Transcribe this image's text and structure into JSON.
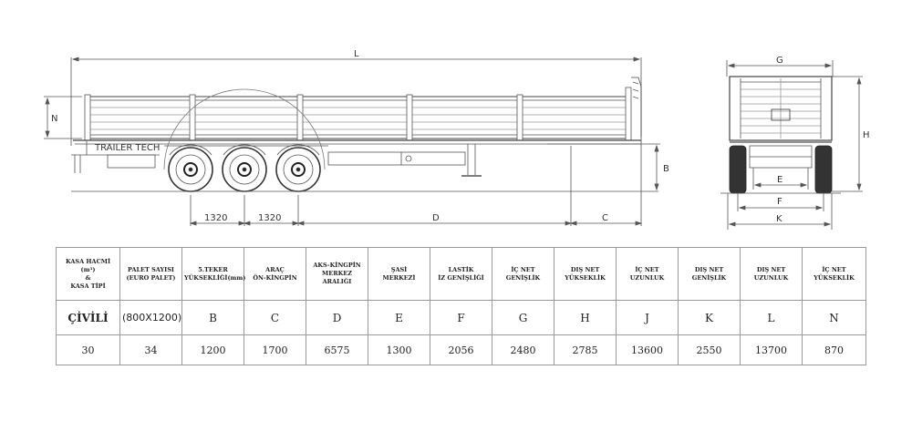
{
  "diagram": {
    "dimension_labels": {
      "L": "L",
      "N": "N",
      "B": "B",
      "D": "D",
      "C": "C",
      "G": "G",
      "H": "H",
      "E": "E",
      "F": "F",
      "K": "K",
      "axle_spacing_1": "1320",
      "axle_spacing_2": "1320"
    },
    "plate_text": "TRAILER TECH"
  },
  "table": {
    "headers": [
      [
        "KASA HACMİ (m³)",
        "&",
        "KASA TİPİ"
      ],
      [
        "PALET SAYISI",
        "(EURO PALET)"
      ],
      [
        "5.TEKER",
        "YÜKSEKLİĞİ(mm)"
      ],
      [
        "ARAÇ",
        "ÖN-KİNGPİN"
      ],
      [
        "AKS-KİNGPİN",
        "MERKEZ ARALIĞI"
      ],
      [
        "ŞASİ",
        "MERKEZİ"
      ],
      [
        "LASTİK",
        "İZ GENİŞLİĞİ"
      ],
      [
        "İÇ NET",
        "GENİŞLİK"
      ],
      [
        "DIŞ NET",
        "YÜKSEKLİK"
      ],
      [
        "İÇ NET",
        "UZUNLUK"
      ],
      [
        "DIŞ NET",
        "GENİŞLİK"
      ],
      [
        "DIŞ NET",
        "UZUNLUK"
      ],
      [
        "İÇ NET",
        "YÜKSEKLİK"
      ]
    ],
    "letters": [
      "ÇİVİLİ",
      "(800X1200)",
      "B",
      "C",
      "D",
      "E",
      "F",
      "G",
      "H",
      "J",
      "K",
      "L",
      "N"
    ],
    "values": [
      "30",
      "34",
      "1200",
      "1700",
      "6575",
      "1300",
      "2056",
      "2480",
      "2785",
      "13600",
      "2550",
      "13700",
      "870"
    ]
  }
}
